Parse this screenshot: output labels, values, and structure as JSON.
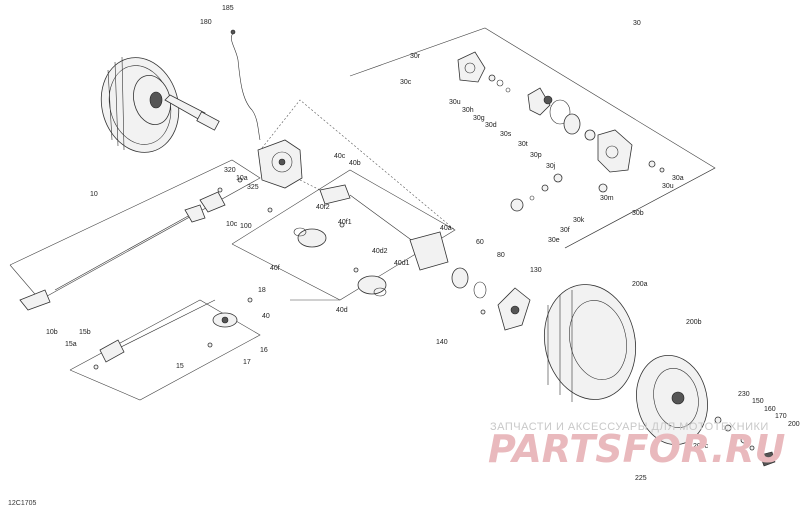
{
  "diagram_code": "12C1705",
  "watermark": {
    "tagline": "ЗАПЧАСТИ И АКСЕССУАРЫ ДЛЯ МОТОТЕХНИКИ",
    "brand": "PARTSFOR.RU"
  },
  "callouts": [
    "185",
    "180",
    "30",
    "30r",
    "30c",
    "30u",
    "30h",
    "30g",
    "30d",
    "30s",
    "30t",
    "30p",
    "30j",
    "30a",
    "30u",
    "30b",
    "30m",
    "30k",
    "30f",
    "30e",
    "40c",
    "40b",
    "40f2",
    "40f1",
    "40f",
    "40d2",
    "40d1",
    "40d",
    "40a",
    "40",
    "60",
    "80",
    "130",
    "140",
    "200a",
    "200b",
    "200c",
    "230",
    "150",
    "160",
    "170",
    "200",
    "225",
    "320",
    "10a",
    "325",
    "10c",
    "100",
    "10",
    "10b",
    "15b",
    "15a",
    "15",
    "18",
    "16",
    "17"
  ],
  "colors": {
    "line": "#333333",
    "watermark_text": "#c8c8c8",
    "watermark_brand": "#e9b9bd"
  }
}
